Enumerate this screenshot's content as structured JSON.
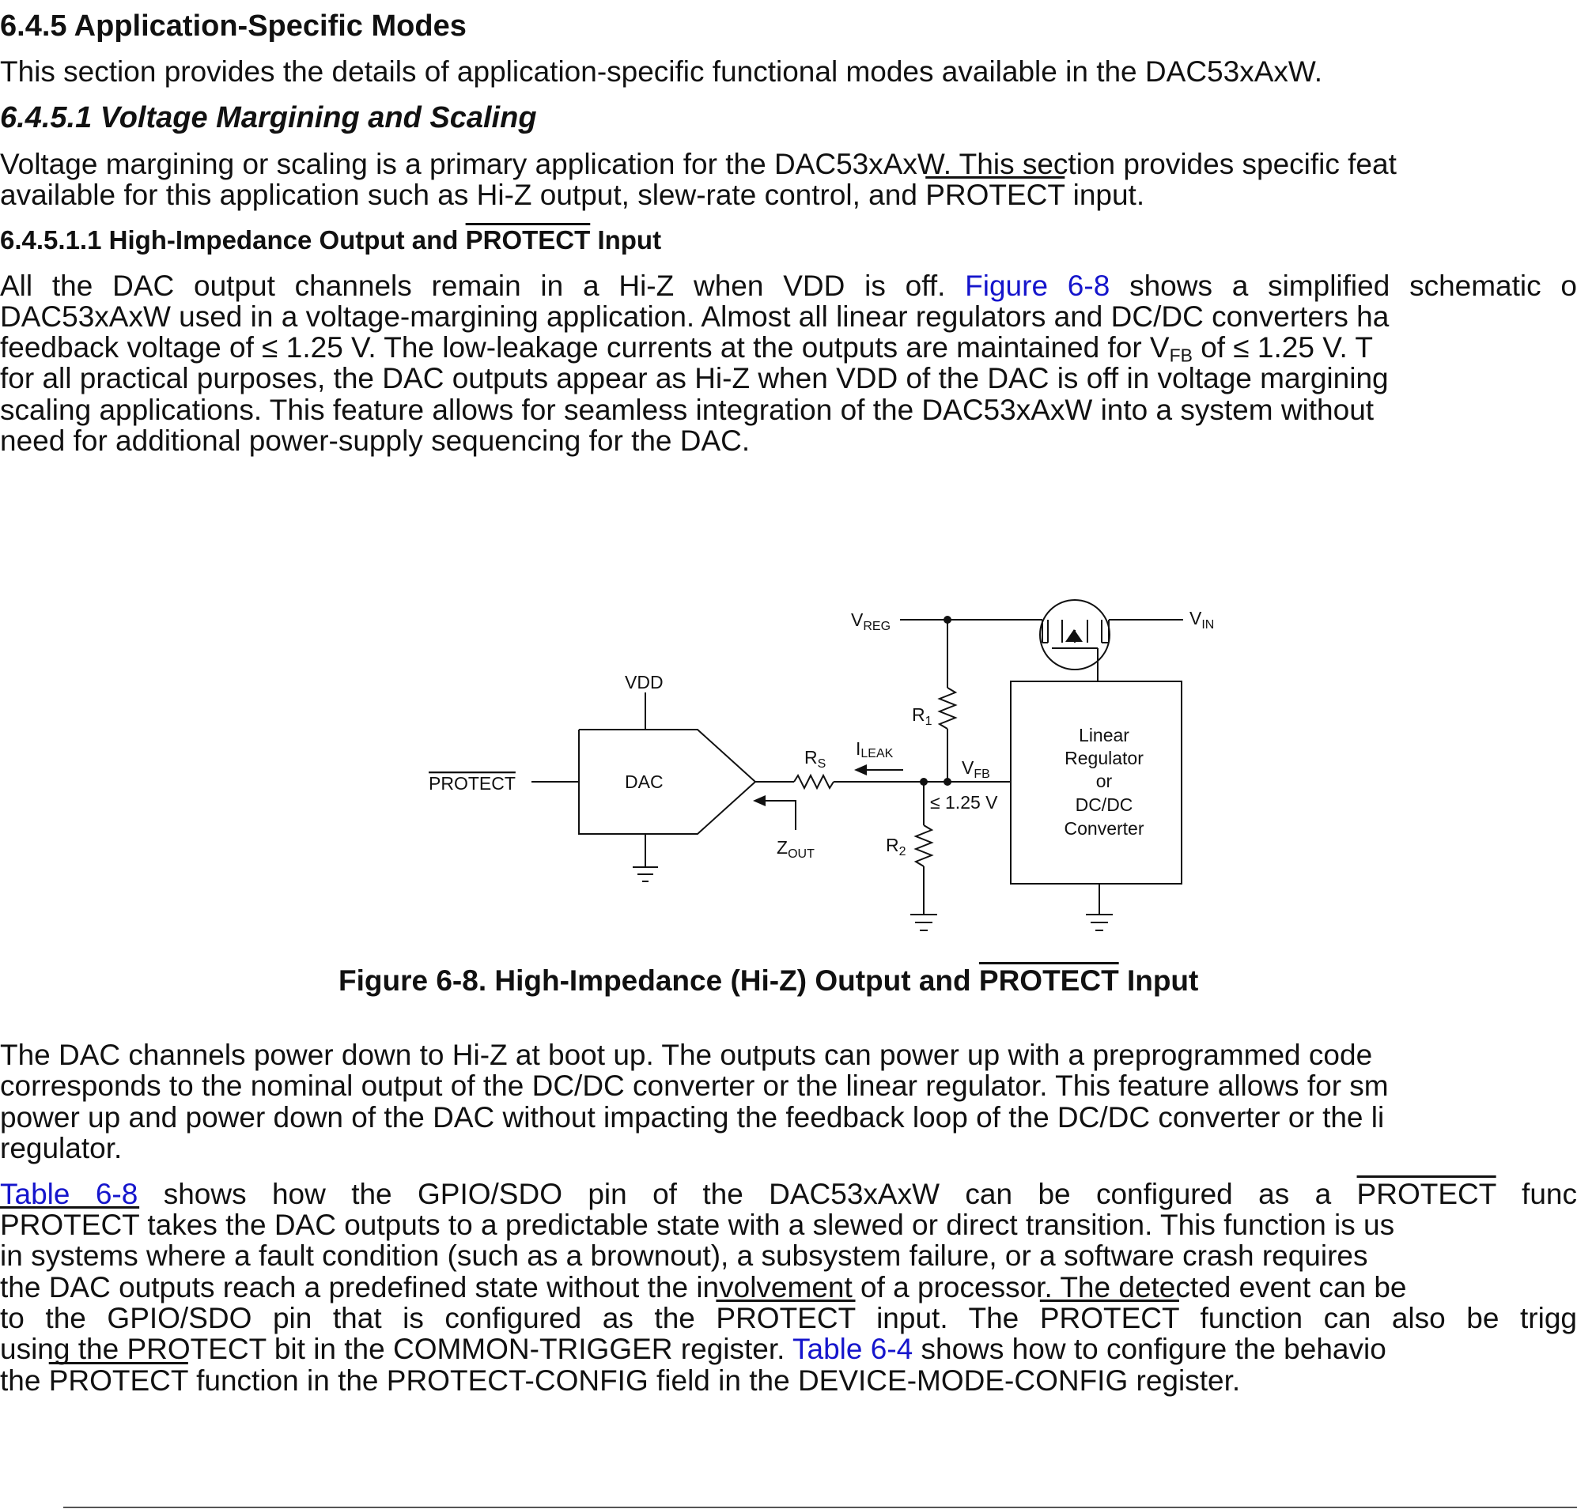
{
  "section_heading": "6.4.5 Application-Specific Modes",
  "section_intro": "This section provides the details of application-specific functional modes available in the DAC53xAxW.",
  "subsection_heading": "6.4.5.1 Voltage Margining and Scaling",
  "subsection_p": [
    "Voltage margining or scaling is a primary application for the DAC53xAxW. This section provides specific feat",
    "available for this application such as Hi-Z output, slew-rate control, and ",
    "PROTECT",
    " input."
  ],
  "subsubsection_heading": [
    "6.4.5.1.1 High-Impedance Output and ",
    "PROTECT",
    " Input"
  ],
  "para1": {
    "l1_a": "All the DAC output channels remain in a Hi-Z when VDD is off. ",
    "l1_link": "Figure 6-8",
    "l1_b": " shows a simplified schematic o",
    "l2": "DAC53xAxW used in a voltage-margining application. Almost all linear regulators and DC/DC converters ha",
    "l3_a": "feedback voltage of ≤ 1.25 V. The low-leakage currents at the outputs are maintained for V",
    "l3_sub": "FB",
    "l3_b": " of ≤ 1.25 V. T",
    "l4": "for all practical purposes, the DAC outputs appear as Hi-Z when VDD of the DAC is off in voltage margining",
    "l5": "scaling applications. This feature allows for seamless integration of the DAC53xAxW into a system without",
    "l6": "need for additional power-supply sequencing for the DAC."
  },
  "figure": {
    "vreg_v": "V",
    "vreg_sub": "REG",
    "vin_v": "V",
    "vin_sub": "IN",
    "vdd": "VDD",
    "r1_r": "R",
    "r1_sub": "1",
    "rs_r": "R",
    "rs_sub": "S",
    "ileak_i": "I",
    "ileak_sub": "LEAK",
    "vfb_v": "V",
    "vfb_sub": "FB",
    "protect": "PROTECT",
    "dac": "DAC",
    "le125": "≤ 1.25 V",
    "zout_z": "Z",
    "zout_sub": "OUT",
    "r2_r": "R",
    "r2_sub": "2",
    "reg_lines": [
      "Linear",
      "Regulator",
      "or",
      "DC/DC",
      "Converter"
    ]
  },
  "caption": [
    "Figure 6-8. High-Impedance (Hi-Z) Output and ",
    "PROTECT",
    " Input"
  ],
  "para2": [
    "The DAC channels power down to Hi-Z at boot up. The outputs can power up with a preprogrammed code",
    "corresponds to the nominal output of the DC/DC converter or the linear regulator. This feature allows for sm",
    "power up and power down of the DAC without impacting the feedback loop of the DC/DC converter or the li",
    "regulator."
  ],
  "para3": {
    "l1_link": "Table 6-8",
    "l1_a": " shows how the GPIO/SDO pin of the DAC53xAxW can be configured as a ",
    "l1_ol": "PROTECT",
    "l1_b": " func",
    "l2_ol": "PROTECT",
    "l2_a": " takes the DAC outputs to a predictable state with a slewed or direct transition. This function is us",
    "l3": "in systems where a fault condition (such as a brownout), a subsystem failure, or a software crash requires",
    "l4": "the DAC outputs reach a predefined state without the involvement of a processor. The detected event can be",
    "l5_a": "to the GPIO/SDO pin that is configured as the ",
    "l5_ol1": "PROTECT",
    "l5_b": " input. The ",
    "l5_ol2": "PROTECT",
    "l5_c": " function can also be trigg",
    "l6_a": "using the PROTECT bit in the COMMON-TRIGGER register. ",
    "l6_link": "Table 6-4",
    "l6_b": " shows how to configure the behavio",
    "l7_a": "the ",
    "l7_ol": "PROTECT",
    "l7_b": " function in the PROTECT-CONFIG field in the DEVICE-MODE-CONFIG register."
  }
}
